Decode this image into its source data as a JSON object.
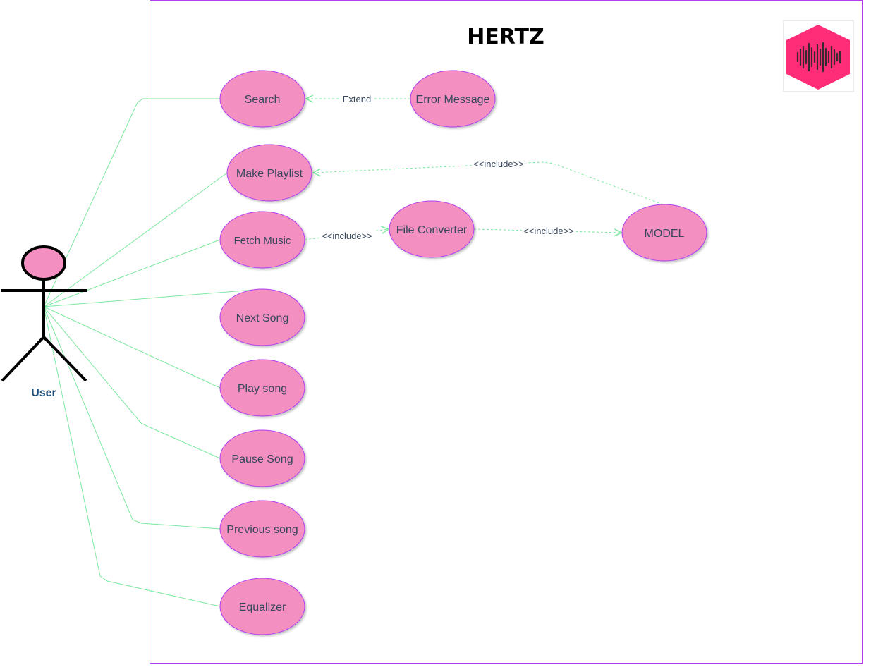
{
  "diagram": {
    "title": "HERTZ",
    "actor": {
      "label": "User"
    },
    "logo": {
      "name": "sound-wave-logo"
    },
    "use_cases": [
      {
        "id": "search",
        "label": "Search"
      },
      {
        "id": "error-message",
        "label": "Error Message"
      },
      {
        "id": "make-playlist",
        "label": "Make Playlist"
      },
      {
        "id": "fetch-music",
        "label": "Fetch Music"
      },
      {
        "id": "file-converter",
        "label": "File Converter"
      },
      {
        "id": "model",
        "label": "MODEL"
      },
      {
        "id": "next-song",
        "label": "Next Song"
      },
      {
        "id": "play-song",
        "label": "Play song"
      },
      {
        "id": "pause-song",
        "label": "Pause Song"
      },
      {
        "id": "previous-song",
        "label": "Previous song"
      },
      {
        "id": "equalizer",
        "label": "Equalizer"
      }
    ],
    "relations": {
      "extend": "Extend",
      "include_playlist": "<<include>>",
      "include_fetch": "<<include>>",
      "include_converter": "<<include>>"
    },
    "colors": {
      "usecase_fill": "#f48fc1",
      "usecase_stroke": "#b23cf0",
      "line": "#7ee8a0",
      "boundary": "#b23cf0",
      "actor_head": "#f48fc1",
      "logo_bg": "#ff2d78"
    }
  }
}
